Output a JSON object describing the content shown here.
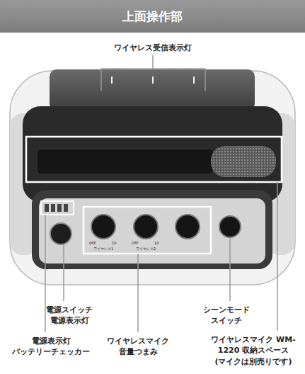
{
  "diagram": {
    "title": "上面操作部",
    "labels": [
      "ワイヤレス受信表示灯",
      "OFF",
      "10",
      "ワイヤレス1",
      "OFF",
      "10",
      "ワイヤレス2",
      "電源スイッチ 電源表示灯",
      "電源表示灯 バッテリーチェッカー",
      "ワイヤレスマイク 音量つまみ",
      "シーンモード スイッチ",
      "ワイヤレスマイク WM-1220 収納スペース (マイクは別売りです)"
    ]
  }
}
